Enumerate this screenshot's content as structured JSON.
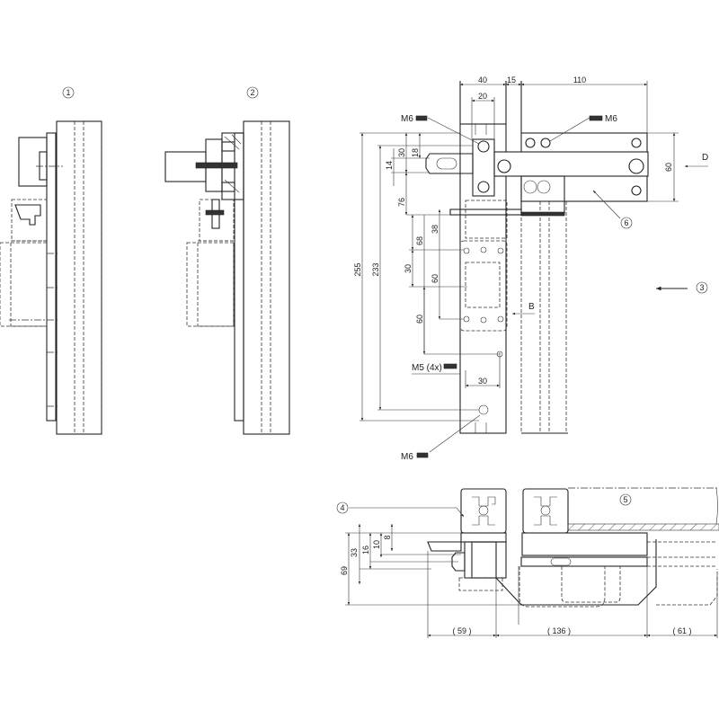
{
  "callouts": {
    "view1": "1",
    "view2": "2",
    "view3": "3",
    "item4": "4",
    "item5": "5",
    "item6": "6"
  },
  "labels": {
    "m6_top_left": "M6",
    "m6_top_right": "M6",
    "m6_bottom": "M6",
    "m5": "M5 (4x)",
    "view_b": "B",
    "view_d": "D"
  },
  "dimensions": {
    "top": {
      "w40": "40",
      "w15": "15",
      "w110": "110",
      "w20": "20"
    },
    "right": {
      "h60": "60"
    },
    "left": {
      "d30": "30",
      "d18": "18",
      "d14": "14",
      "d76": "76",
      "d255": "255",
      "d233": "233",
      "d68": "68",
      "d38": "38",
      "d30b": "30",
      "d60a": "60",
      "d60b": "60",
      "d30h": "30"
    },
    "bottom_left": {
      "d8": "8",
      "d10": "10",
      "d16": "16",
      "d33": "33",
      "d69": "69"
    },
    "bottom": {
      "d59": "( 59 )",
      "d136": "( 136 )",
      "d61": "( 61 )"
    }
  }
}
